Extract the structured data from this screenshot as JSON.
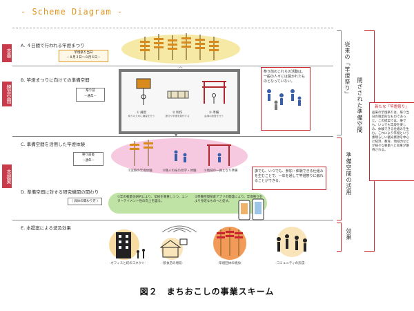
{
  "header_title": "- Scheme Diagram -",
  "tabs": {
    "main": "本番",
    "practice": "練習空間",
    "proposal": "本提案"
  },
  "sections": {
    "a": "A. ４日間で行われる竿燈まつり",
    "b": "B. 竿燈まつりに向けての準備空間",
    "c": "C. 準備空間を活用した竿燈体験",
    "d": "D. 準備空間に対する研究機関の関わり",
    "e": "E. 本提案による波及効果"
  },
  "a_badge": {
    "line1": "竿燈祭り当日",
    "line2": "－８月３日～８月６日－"
  },
  "b_period": {
    "line1": "祭り前",
    "line2": "－通年－"
  },
  "b_steps": [
    {
      "label": "① 練習",
      "sub": "祭りのために練習を行う"
    },
    {
      "label": "② 制作",
      "sub": "提灯や竿燈を制作する"
    },
    {
      "label": "③ 準備",
      "sub": "会場の設営を行う"
    }
  ],
  "b_note": "祭り前のこれらの活動は、一般の人々には開かれたものとなっていない。",
  "c_period": {
    "line1": "祭り前後",
    "line2": "－通年－"
  },
  "c_steps": [
    {
      "label": "①実際の竿燈体験"
    },
    {
      "label": "②職人の技の見学・体験"
    },
    {
      "label": "③地域の一員となり準備"
    }
  ],
  "c_note": "誰でも、いつでも、参加・体験できる仕組みを生むことで、一年を通して竿燈祭りに触れることができる。",
  "d_badge": "（ 具体の関わり方 ）",
  "d_notes": [
    "①竿の軽量化研究により、伝統を尊重しつつ、エンターテイメント性の向上を図る。",
    "②準備空間探索アプリの開発により、竿燈祭りをより身近なものへと促す。"
  ],
  "e_items": [
    {
      "label": "-オフィスと町のコネクト-"
    },
    {
      "label": "-飲食店の増収-"
    },
    {
      "label": "-竿燈団体の増加-"
    },
    {
      "label": "-コミュニティの形成-"
    }
  ],
  "right_labels": {
    "traditional": "従来の「竿燈祭り」",
    "closed": "閉ざされた準備空間",
    "utilize": "準備空間の活用",
    "effect": "効果"
  },
  "new_box": {
    "title": "新たな「竿燈祭り」",
    "body": "従来の竿燈祭りは、祭り当日の限定的なものであった。この提案では、誰でも、いつでも竿燈を楽しみ、体験できる仕組みを生む。これにより竿燈という素晴らしい観光資源を中心に経済、教育、地域力などが様々な要素へと効果が期待される。"
  },
  "caption": "図２　まちおこしの事業スキーム",
  "colors": {
    "accent_red": "#c9262e",
    "accent_orange": "#e0951e",
    "tab_red": "#c93a4a",
    "pink": "#f7c9e0",
    "green": "#bfe3a4",
    "yellow": "#f6e9a6"
  }
}
